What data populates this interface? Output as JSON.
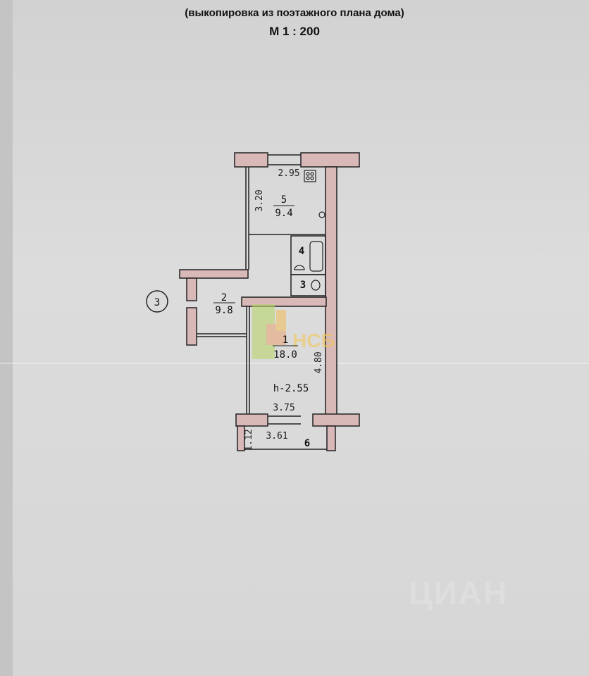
{
  "header": {
    "subtitle": "(выкопировка из поэтажного плана дома)",
    "scale": "М 1 : 200"
  },
  "plan": {
    "axis_marker": "3",
    "rooms": [
      {
        "number": "1",
        "area": "18.0"
      },
      {
        "number": "2",
        "area": "9.8"
      },
      {
        "number": "3"
      },
      {
        "number": "4"
      },
      {
        "number": "5",
        "area": "9.4"
      },
      {
        "number": "6"
      }
    ],
    "dimensions": {
      "kitchen_width": "2.95",
      "kitchen_length": "3.20",
      "room1_length": "4.80",
      "room1_width": "3.75",
      "ceiling_height": "h-2.55",
      "balcony_length": "3.61",
      "balcony_width": "1.12"
    },
    "wall_color": "#d9b8b8"
  },
  "watermarks": {
    "logo": "НСБ",
    "site": "ЦИАН"
  }
}
